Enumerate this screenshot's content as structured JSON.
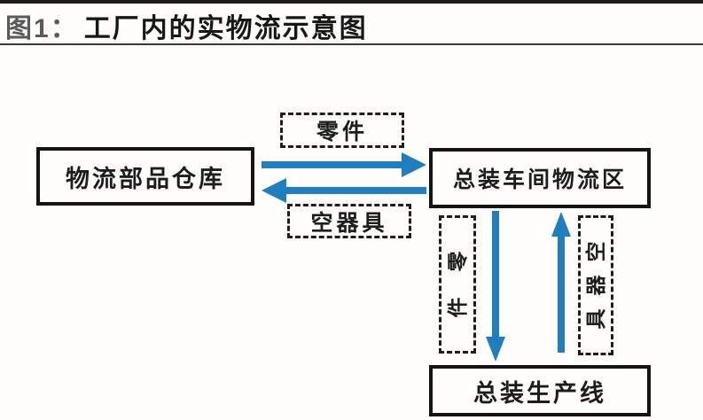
{
  "figure": {
    "label": "图1：",
    "title": "工厂内的实物流示意图"
  },
  "colors": {
    "arrow": "#1e7ec0",
    "box_border": "#141414"
  },
  "nodes": {
    "warehouse": {
      "label": "物流部品仓库"
    },
    "assembly_logistics": {
      "label": "总装车间物流区"
    },
    "assembly_line": {
      "label": "总装生产线"
    }
  },
  "flows": {
    "parts_to_workshop": {
      "label": "零件",
      "direction": "right"
    },
    "empty_containers_return": {
      "label": "空器具",
      "direction": "left"
    },
    "parts_to_line": {
      "label": "零件",
      "direction": "down",
      "chars": [
        "零",
        "件"
      ]
    },
    "empty_containers_up": {
      "label": "空器具",
      "direction": "up",
      "chars": [
        "空",
        "器",
        "具"
      ]
    }
  }
}
